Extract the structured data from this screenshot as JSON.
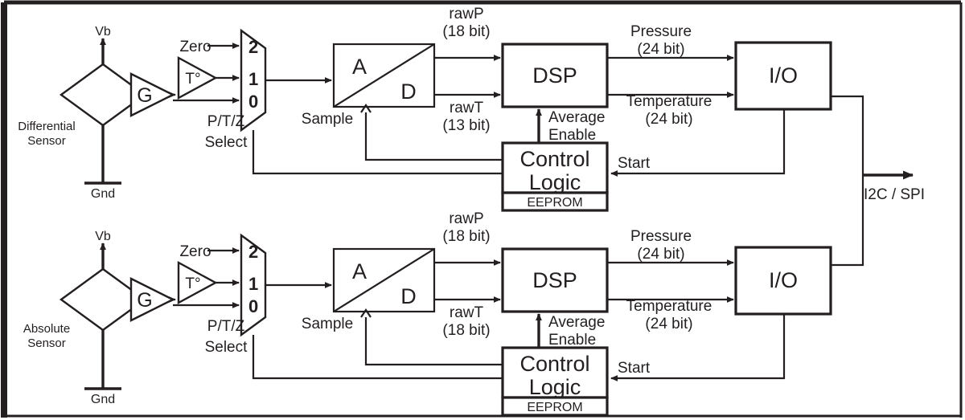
{
  "diagram": {
    "title": "Dual sensor signal chain block diagram",
    "colors": {
      "line": "#231f20",
      "background": "#ffffff",
      "fill": "#ffffff"
    },
    "output_bus_label": "I2C / SPI",
    "channels": [
      {
        "id": "differential",
        "sensor_label_line1": "Differential",
        "sensor_label_line2": "Sensor",
        "supply_label": "Vb",
        "ground_label": "Gnd",
        "gain_label": "G",
        "temp_label": "T°",
        "zero_label": "Zero",
        "mux_inputs": [
          "2",
          "1",
          "0"
        ],
        "mux_select_line1": "P/T/Z",
        "mux_select_line2": "Select",
        "adc_label_a": "A",
        "adc_label_d": "D",
        "sample_label": "Sample",
        "rawp_label": "rawP",
        "rawp_bits": "(18 bit)",
        "rawt_label": "rawT",
        "rawt_bits": "(13 bit)",
        "dsp_label": "DSP",
        "pressure_label": "Pressure",
        "pressure_bits": "(24 bit)",
        "temperature_label": "Temperature",
        "temperature_bits": "(24 bit)",
        "io_label": "I/O",
        "control_label_line1": "Control",
        "control_label_line2": "Logic",
        "eeprom_label": "EEPROM",
        "average_label_line1": "Average",
        "average_label_line2": "Enable",
        "start_label": "Start"
      },
      {
        "id": "absolute",
        "sensor_label_line1": "Absolute",
        "sensor_label_line2": "Sensor",
        "supply_label": "Vb",
        "ground_label": "Gnd",
        "gain_label": "G",
        "temp_label": "T°",
        "zero_label": "Zero",
        "mux_inputs": [
          "2",
          "1",
          "0"
        ],
        "mux_select_line1": "P/T/Z",
        "mux_select_line2": "Select",
        "adc_label_a": "A",
        "adc_label_d": "D",
        "sample_label": "Sample",
        "rawp_label": "rawP",
        "rawp_bits": "(18 bit)",
        "rawt_label": "rawT",
        "rawt_bits": "(18 bit)",
        "dsp_label": "DSP",
        "pressure_label": "Pressure",
        "pressure_bits": "(24 bit)",
        "temperature_label": "Temperature",
        "temperature_bits": "(24 bit)",
        "io_label": "I/O",
        "control_label_line1": "Control",
        "control_label_line2": "Logic",
        "eeprom_label": "EEPROM",
        "average_label_line1": "Average",
        "average_label_line2": "Enable",
        "start_label": "Start"
      }
    ]
  }
}
